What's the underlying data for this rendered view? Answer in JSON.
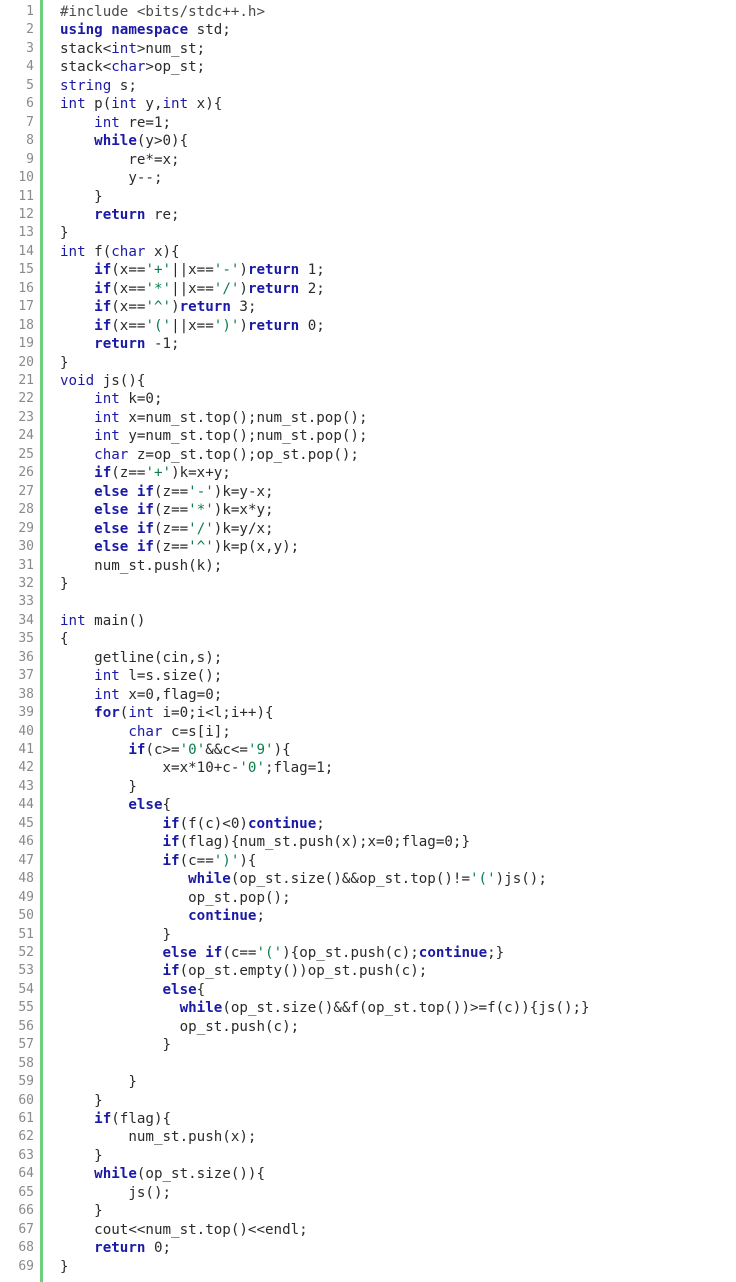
{
  "lines": [
    "#include <bits/stdc++.h>",
    "using namespace std;",
    "stack<int>num_st;",
    "stack<char>op_st;",
    "string s;",
    "int p(int y,int x){",
    "    int re=1;",
    "    while(y>0){",
    "        re*=x;",
    "        y--;",
    "    }",
    "    return re;",
    "}",
    "int f(char x){",
    "    if(x=='+'||x=='-')return 1;",
    "    if(x=='*'||x=='/')return 2;",
    "    if(x=='^')return 3;",
    "    if(x=='('||x==')')return 0;",
    "    return -1;",
    "}",
    "void js(){",
    "    int k=0;",
    "    int x=num_st.top();num_st.pop();",
    "    int y=num_st.top();num_st.pop();",
    "    char z=op_st.top();op_st.pop();",
    "    if(z=='+')k=x+y;",
    "    else if(z=='-')k=y-x;",
    "    else if(z=='*')k=x*y;",
    "    else if(z=='/')k=y/x;",
    "    else if(z=='^')k=p(x,y);",
    "    num_st.push(k);",
    "}",
    "",
    "int main()",
    "{",
    "    getline(cin,s);",
    "    int l=s.size();",
    "    int x=0,flag=0;",
    "    for(int i=0;i<l;i++){",
    "        char c=s[i];",
    "        if(c>='0'&&c<='9'){",
    "            x=x*10+c-'0';flag=1;",
    "        }",
    "        else{",
    "            if(f(c)<0)continue;",
    "            if(flag){num_st.push(x);x=0;flag=0;}",
    "            if(c==')'){",
    "               while(op_st.size()&&op_st.top()!='(')js();",
    "               op_st.pop();",
    "               continue;",
    "            }",
    "            else if(c=='('){op_st.push(c);continue;}",
    "            if(op_st.empty())op_st.push(c);",
    "            else{",
    "              while(op_st.size()&&f(op_st.top())>=f(c)){js();}",
    "              op_st.push(c);",
    "            }",
    "",
    "        }",
    "    }",
    "    if(flag){",
    "        num_st.push(x);",
    "    }",
    "    while(op_st.size()){",
    "        js();",
    "    }",
    "    cout<<num_st.top()<<endl;",
    "    return 0;",
    "}"
  ],
  "colors": {
    "keyword": "#1a1aa6",
    "string": "#0b7d4a",
    "gutter_border": "#6ccf7a",
    "line_number": "#8a8a8a"
  }
}
